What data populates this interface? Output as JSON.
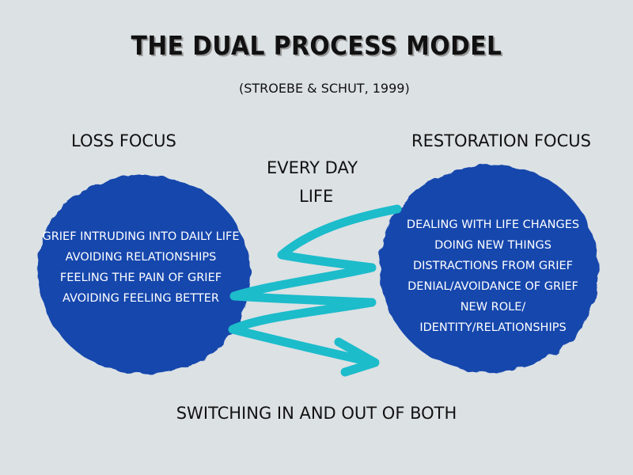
{
  "header": {
    "title": "THE DUAL PROCESS MODEL",
    "citation": "(STROEBE & SCHUT, 1999)"
  },
  "loss": {
    "label": "LOSS FOCUS",
    "items": [
      "GRIEF INTRUDING INTO DAILY LIFE",
      "AVOIDING RELATIONSHIPS",
      "FEELING THE PAIN OF GRIEF",
      "AVOIDING FEELING BETTER"
    ]
  },
  "restoration": {
    "label": "RESTORATION FOCUS",
    "items": [
      "DEALING WITH LIFE CHANGES",
      "DOING NEW THINGS",
      "DISTRACTIONS FROM GRIEF",
      "DENIAL/AVOIDANCE OF GRIEF",
      "NEW ROLE/",
      "IDENTITY/RELATIONSHIPS"
    ]
  },
  "middle": {
    "line1": "EVERY DAY",
    "line2": "LIFE"
  },
  "footer": {
    "caption": "SWITCHING IN AND OUT OF BOTH"
  },
  "colors": {
    "background": "#dce1e4",
    "circle": "#1447ad",
    "arrow": "#1cbccb",
    "text": "#111111"
  }
}
